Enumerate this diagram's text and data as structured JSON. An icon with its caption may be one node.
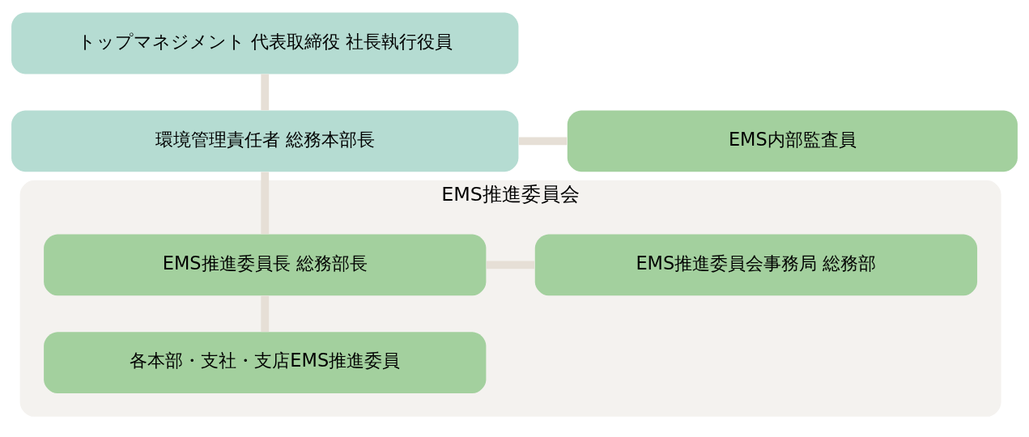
{
  "diagram": {
    "nodes": [
      {
        "text": [
          "トップマネジメント 代表取締役 社長執行役員"
        ]
      },
      {
        "text": [
          "環境管理責任者 総務本部長"
        ]
      },
      {
        "text": [
          "EMS内部監査員"
        ]
      },
      {
        "text": [
          "EMS推進委員会"
        ]
      },
      {
        "text": [
          "EMS推進委員長 総務部長"
        ],
        "in": 3
      },
      {
        "text": [
          "EMS推進委員会事務局 総務部"
        ],
        "in": 3
      },
      {
        "text": [
          "各本部・支社・支店EMS推進委員"
        ],
        "in": 3
      }
    ],
    "edges": [
      {
        "from": 0,
        "to": 1,
        "arrow": "none"
      },
      {
        "from": 1,
        "to": 2,
        "arrow": "none"
      },
      {
        "from": 1,
        "to": 4,
        "arrow": "none"
      },
      {
        "from": 4,
        "to": 5,
        "arrow": "none"
      },
      {
        "from": 4,
        "to": 6,
        "arrow": "none"
      }
    ]
  }
}
